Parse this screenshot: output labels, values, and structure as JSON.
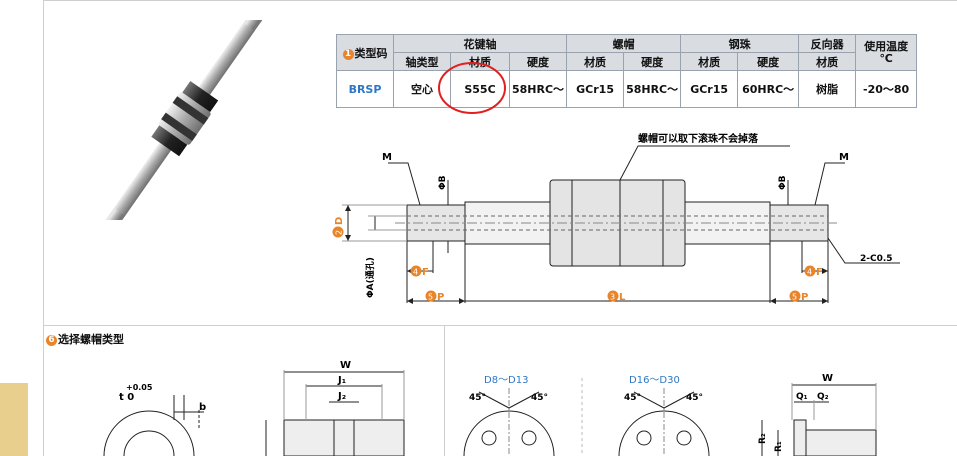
{
  "spec_table": {
    "header_typecode_num": "1",
    "header_typecode": "类型码",
    "header_spline_shaft": "花键轴",
    "header_nut": "螺帽",
    "header_ball": "钢珠",
    "header_reverser": "反向器",
    "header_temp": "使用温度",
    "header_temp_unit": "℃",
    "sub_shaft_type": "轴类型",
    "sub_material_1": "材质",
    "sub_hardness_1": "硬度",
    "sub_material_2": "材质",
    "sub_hardness_2": "硬度",
    "sub_material_3": "材质",
    "sub_hardness_3": "硬度",
    "sub_material_4": "材质",
    "row_code": "BRSP",
    "row_shaft_type": "空心",
    "row_shaft_material": "S55C",
    "row_shaft_hardness": "58HRC～",
    "row_nut_material": "GCr15",
    "row_nut_hardness": "58HRC～",
    "row_ball_material": "GCr15",
    "row_ball_hardness": "60HRC～",
    "row_reverser_material": "树脂",
    "row_temp": "-20～80"
  },
  "drawing": {
    "note": "螺帽可以取下滚珠不会掉落",
    "label_m_left": "M",
    "label_m_right": "M",
    "label_phib_left": "ΦB",
    "label_phib_right": "ΦB",
    "label_d_num": "2",
    "label_d": "D",
    "label_phia": "ΦA(通孔)",
    "label_f_num": "4",
    "label_f": "F",
    "label_p_num": "5",
    "label_p": "P",
    "label_l_num": "3",
    "label_l": "L",
    "label_chamfer": "2-C0.5"
  },
  "nut_section": {
    "title_num": "6",
    "title": "选择螺帽类型",
    "tol_upper": "+0.05",
    "tol_base": "t 0",
    "label_b": "b",
    "label_w": "W",
    "label_j1": "J₁",
    "label_j2": "J₂",
    "range_left": "D8～D13",
    "range_right": "D16～D30",
    "angle_1": "45°",
    "angle_2": "45°",
    "angle_3": "45°",
    "angle_4": "45°",
    "label_w2": "W",
    "label_q1": "Q₁",
    "label_q2": "Q₂",
    "label_r1": "R₁",
    "label_r2": "R₂"
  },
  "colors": {
    "accent_orange": "#e8852a",
    "accent_blue": "#2f77c4",
    "highlight_red": "#e02020",
    "side_tab": "#e9cf8e"
  }
}
